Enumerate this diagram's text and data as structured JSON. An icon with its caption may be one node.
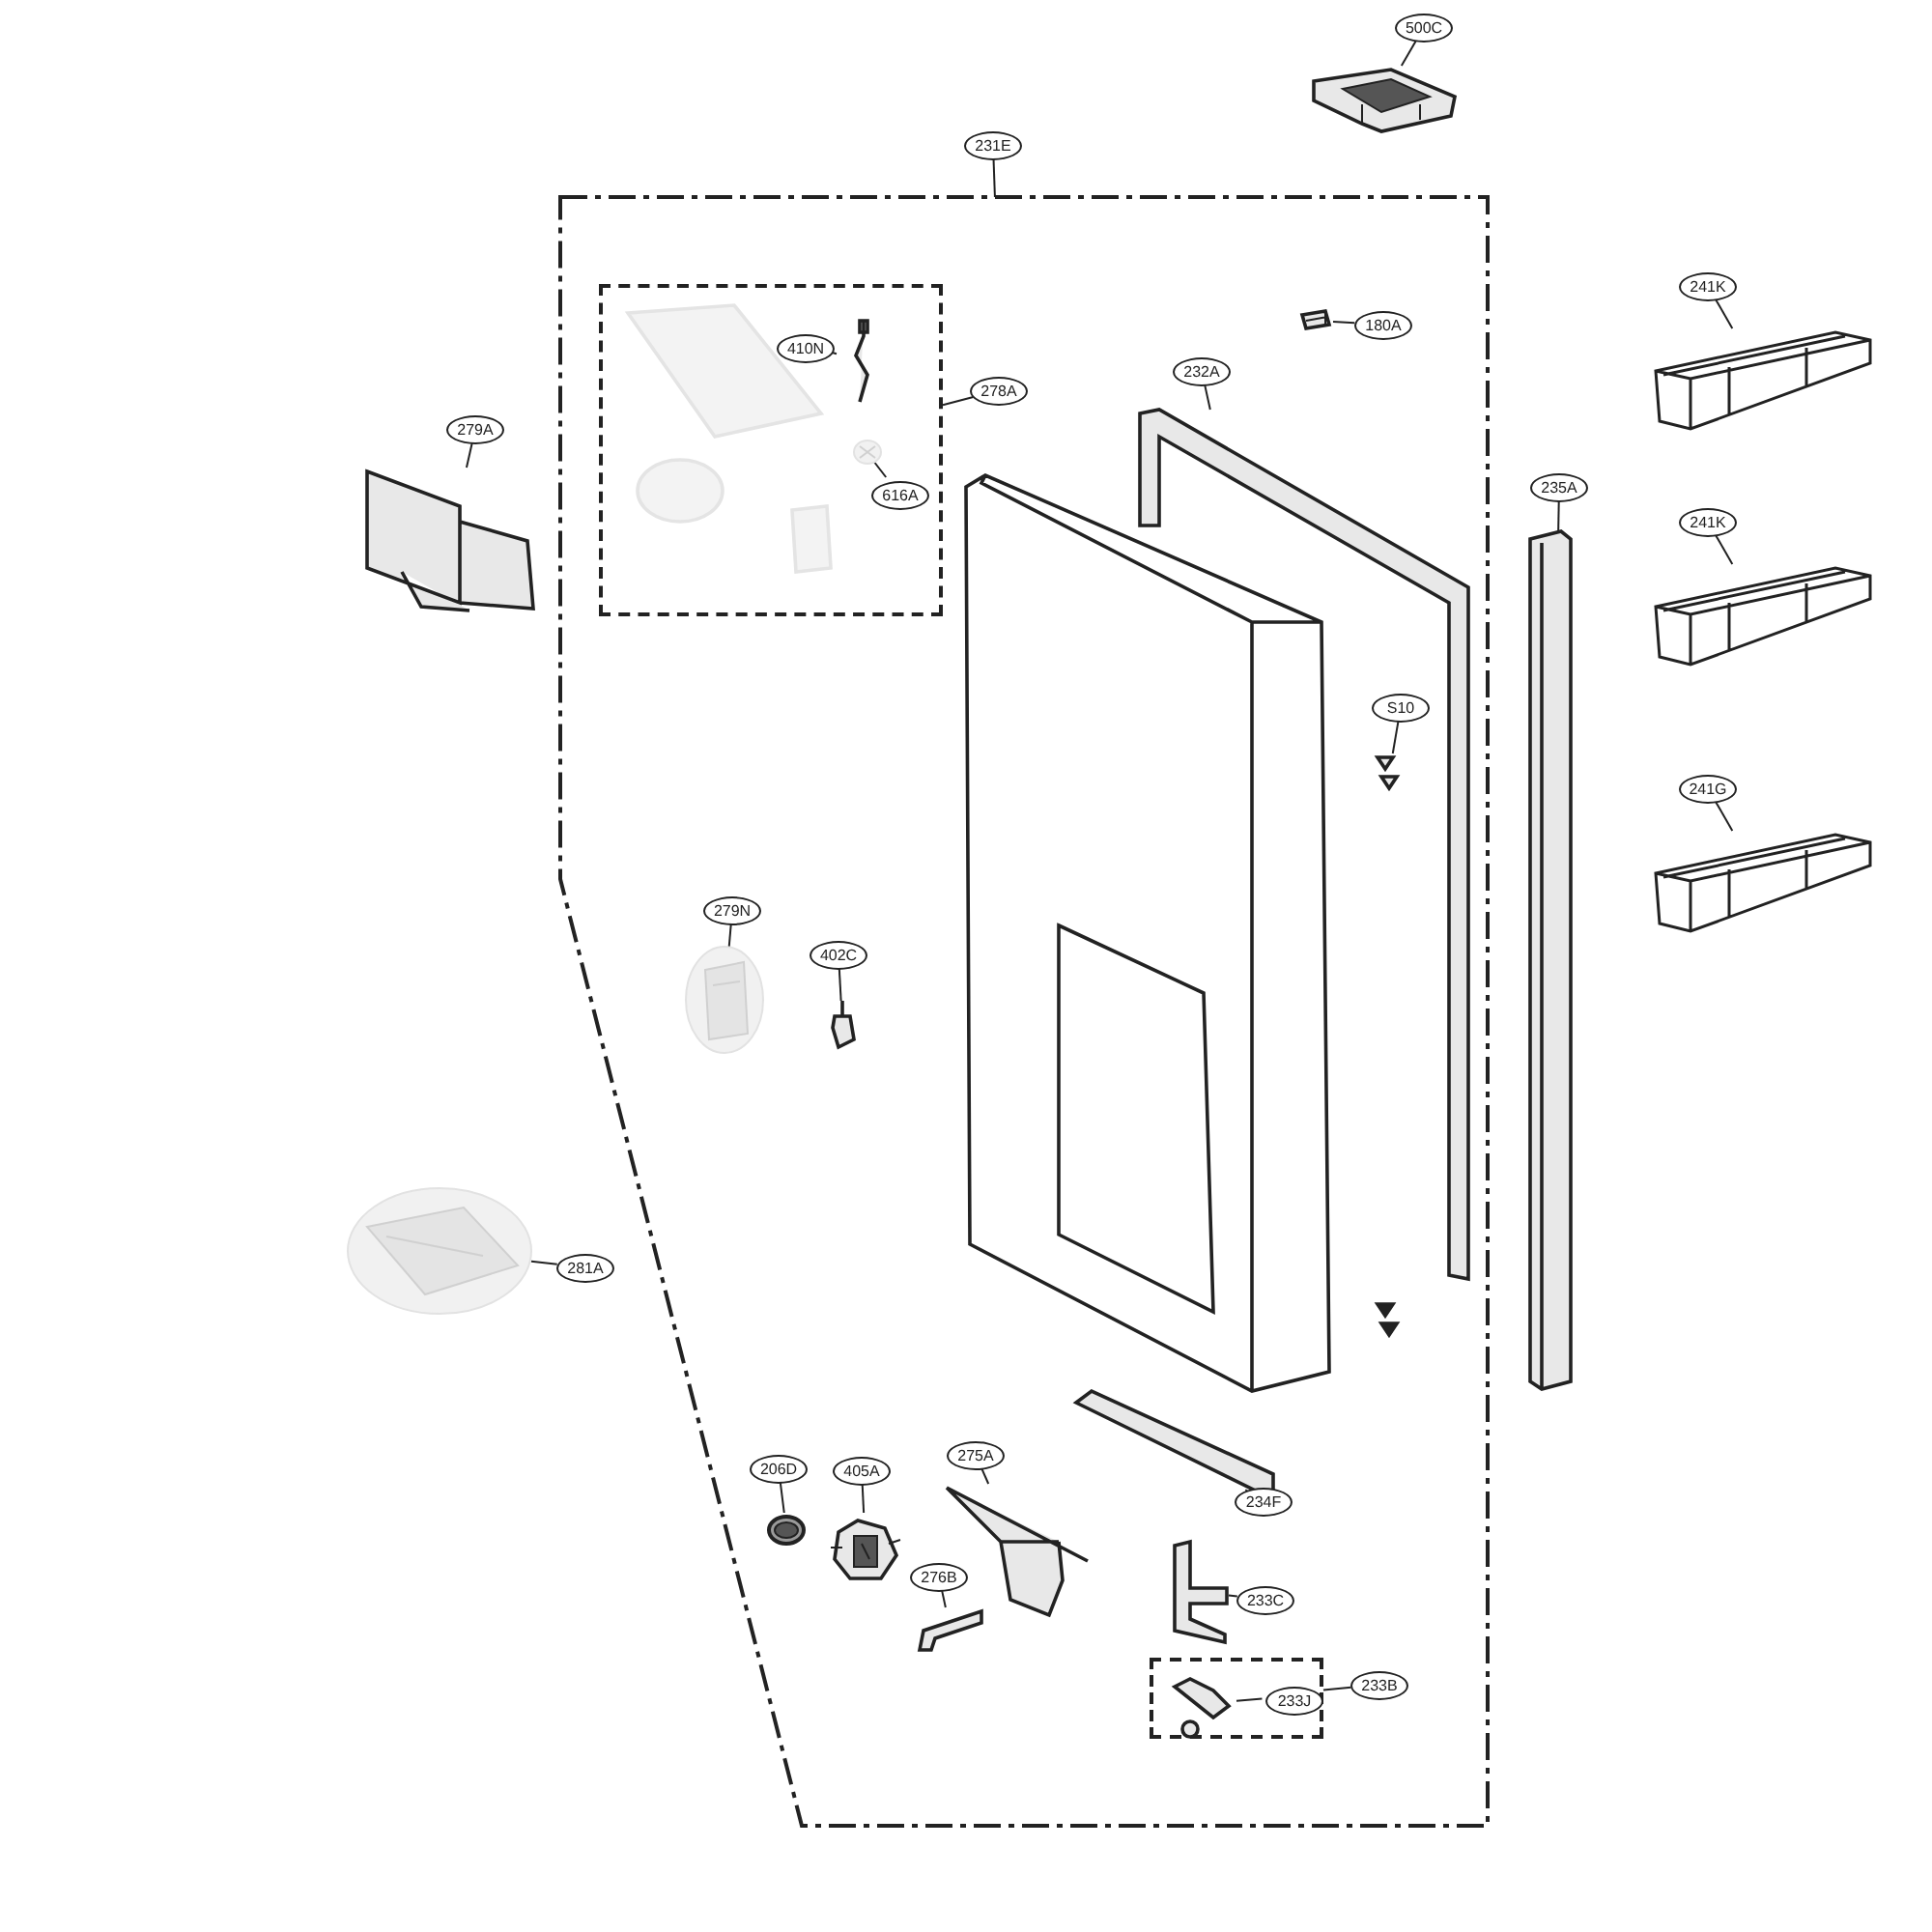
{
  "diagram": {
    "nodes": [
      {
        "text": [
          "500C"
        ]
      },
      {
        "text": [],
        "shape": "picture"
      },
      {
        "text": [
          "231E"
        ]
      },
      {
        "text": [],
        "shape": "box"
      },
      {
        "text": [],
        "shape": "box",
        "in": 3
      },
      {
        "text": [
          "410N"
        ],
        "in": 4
      },
      {
        "text": [],
        "shape": "picture",
        "in": 4
      },
      {
        "text": [
          "616A"
        ],
        "in": 4
      },
      {
        "text": [],
        "shape": "picture",
        "in": 4
      },
      {
        "text": [
          "278A"
        ],
        "in": 3
      },
      {
        "text": [
          "180A"
        ],
        "in": 3
      },
      {
        "text": [],
        "shape": "picture",
        "in": 3
      },
      {
        "text": [
          "241K"
        ]
      },
      {
        "text": [],
        "shape": "picture"
      },
      {
        "text": [
          "279A"
        ]
      },
      {
        "text": [],
        "shape": "picture"
      },
      {
        "text": [
          "232A"
        ],
        "in": 3
      },
      {
        "text": [],
        "shape": "picture",
        "in": 3
      },
      {
        "text": [
          "235A"
        ]
      },
      {
        "text": [],
        "shape": "picture"
      },
      {
        "text": [
          "241K"
        ]
      },
      {
        "text": [],
        "shape": "picture"
      },
      {
        "text": [
          "S10"
        ],
        "in": 3
      },
      {
        "text": [],
        "shape": "picture",
        "in": 3
      },
      {
        "text": [
          "241G"
        ]
      },
      {
        "text": [],
        "shape": "picture"
      },
      {
        "text": [
          "279N"
        ],
        "in": 3
      },
      {
        "text": [],
        "shape": "picture",
        "in": 3
      },
      {
        "text": [
          "402C"
        ],
        "in": 3
      },
      {
        "text": [],
        "shape": "picture",
        "in": 3
      },
      {
        "text": [
          "281A"
        ]
      },
      {
        "text": [],
        "shape": "picture"
      },
      {
        "text": [
          "275A"
        ],
        "in": 3
      },
      {
        "text": [],
        "shape": "picture",
        "in": 3
      },
      {
        "text": [
          "206D"
        ],
        "in": 3
      },
      {
        "text": [],
        "shape": "picture",
        "in": 3
      },
      {
        "text": [
          "405A"
        ],
        "in": 3
      },
      {
        "text": [],
        "shape": "picture",
        "in": 3
      },
      {
        "text": [
          "234F"
        ],
        "in": 3
      },
      {
        "text": [],
        "shape": "picture",
        "in": 3
      },
      {
        "text": [
          "276B"
        ],
        "in": 3
      },
      {
        "text": [],
        "shape": "picture",
        "in": 3
      },
      {
        "text": [
          "233C"
        ],
        "in": 3
      },
      {
        "text": [],
        "shape": "picture",
        "in": 3
      },
      {
        "text": [],
        "shape": "box",
        "in": 3
      },
      {
        "text": [
          "233J"
        ],
        "in": 44
      },
      {
        "text": [],
        "shape": "picture",
        "in": 44
      },
      {
        "text": [
          "233B"
        ],
        "in": 3
      }
    ],
    "edges": [
      {
        "from": 0,
        "to": 1,
        "arrow": "none"
      },
      {
        "from": 2,
        "to": 3,
        "arrow": "none"
      },
      {
        "from": 5,
        "to": 6,
        "arrow": "none"
      },
      {
        "from": 7,
        "to": 8,
        "arrow": "none"
      },
      {
        "from": 9,
        "to": 4,
        "arrow": "none"
      },
      {
        "from": 10,
        "to": 11,
        "arrow": "none"
      },
      {
        "from": 12,
        "to": 13,
        "arrow": "none"
      },
      {
        "from": 14,
        "to": 15,
        "arrow": "none"
      },
      {
        "from": 16,
        "to": 17,
        "arrow": "none"
      },
      {
        "from": 18,
        "to": 19,
        "arrow": "none"
      },
      {
        "from": 20,
        "to": 21,
        "arrow": "none"
      },
      {
        "from": 22,
        "to": 23,
        "arrow": "none"
      },
      {
        "from": 24,
        "to": 25,
        "arrow": "none"
      },
      {
        "from": 26,
        "to": 27,
        "arrow": "none"
      },
      {
        "from": 28,
        "to": 29,
        "arrow": "none"
      },
      {
        "from": 30,
        "to": 31,
        "arrow": "none"
      },
      {
        "from": 32,
        "to": 33,
        "arrow": "none"
      },
      {
        "from": 34,
        "to": 35,
        "arrow": "none"
      },
      {
        "from": 36,
        "to": 37,
        "arrow": "none"
      },
      {
        "from": 38,
        "to": 39,
        "arrow": "none"
      },
      {
        "from": 40,
        "to": 41,
        "arrow": "none"
      },
      {
        "from": 42,
        "to": 43,
        "arrow": "none"
      },
      {
        "from": 45,
        "to": 46,
        "arrow": "none"
      },
      {
        "from": 47,
        "to": 44,
        "arrow": "none"
      }
    ]
  }
}
